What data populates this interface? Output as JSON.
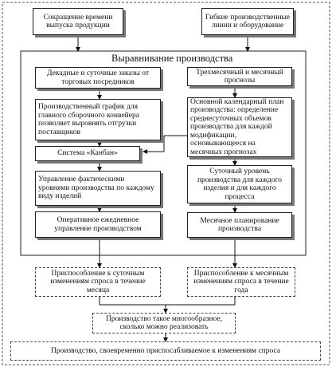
{
  "top": {
    "left": "Сокращение времени выпуска продукции",
    "right": "Гибкие производственные линии и оборудование"
  },
  "section_title": "Выравнивание производства",
  "left_column": [
    "Декадные и суточные заказы от торговых посредников",
    "Производственный график для главного сборочного конвейера позволяет выровнять отгрузки поставщиков",
    "Система «Канбан»",
    "Управление фактическими уровнями производства по каждому виду изделий",
    "Оперативное ежедневное управление производством"
  ],
  "right_column": [
    "Трехмесячный и месячный прогнозы",
    "Основной календарный план производства: определение среднесуточных объемов производства для каждой модификации, основывающееся на месячных прогнозах",
    "Суточный уровень производства для каждого изделия и для каждого процесса",
    "Месячное планирование производства"
  ],
  "bottom": {
    "left": "Приспособление к суточным изменениям спроса в течение месяца",
    "right": "Приспособление к месячным изменениям спроса в течение года",
    "middle": "Производство такое многообразное, сколько можно реализовать",
    "final": "Производство, своевременно приспосабливаемое к изменениям спроса"
  }
}
